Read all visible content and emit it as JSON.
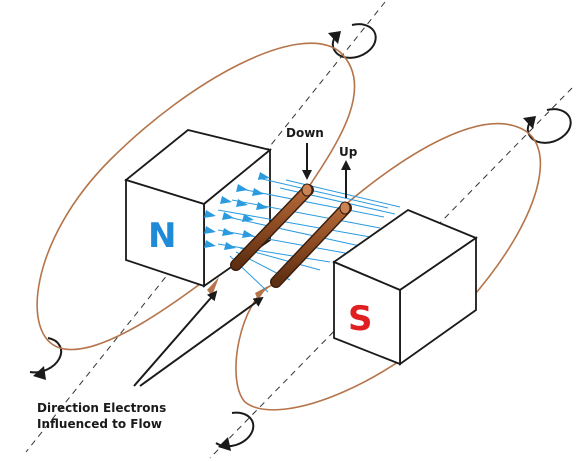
{
  "labels": {
    "down": "Down",
    "up": "Up",
    "north_pole": "N",
    "south_pole": "S",
    "caption_line1": "Direction Electrons",
    "caption_line2": "Influenced to Flow"
  },
  "colors": {
    "field_line": "#b5744a",
    "flux_arrow": "#2b9be0",
    "conductor": "#8b4a22",
    "north_letter": "#1f8ad8",
    "south_letter": "#e02020",
    "outline": "#1a1a1a"
  }
}
